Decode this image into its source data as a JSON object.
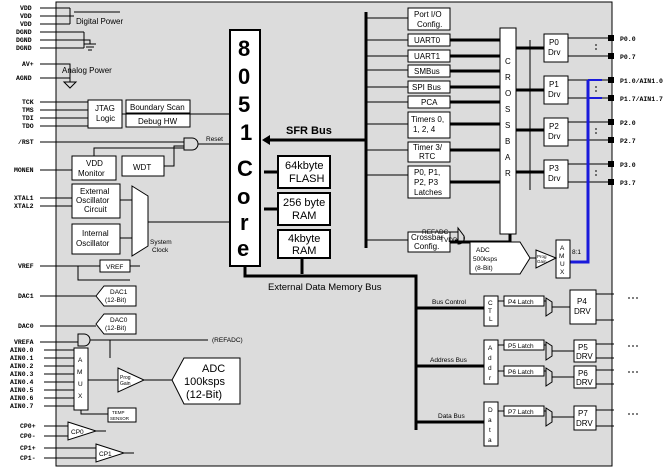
{
  "pins": {
    "vdd1": "VDD",
    "vdd2": "VDD",
    "vdd3": "VDD",
    "dgnd1": "DGND",
    "dgnd2": "DGND",
    "dgnd3": "DGND",
    "av_plus": "AV+",
    "agnd": "AGND",
    "tck": "TCK",
    "tms": "TMS",
    "tdi": "TDI",
    "tdo": "TDO",
    "rst": "/RST",
    "monen": "MONEN",
    "xtal1": "XTAL1",
    "xtal2": "XTAL2",
    "vref": "VREF",
    "dac1": "DAC1",
    "dac0": "DAC0",
    "vrefa": "VREFA",
    "ain": [
      "AIN0.0",
      "AIN0.1",
      "AIN0.2",
      "AIN0.3",
      "AIN0.4",
      "AIN0.5",
      "AIN0.6",
      "AIN0.7"
    ],
    "cp0p": "CP0+",
    "cp0m": "CP0-",
    "cp1p": "CP1+",
    "cp1m": "CP1-",
    "p0_0": "P0.0",
    "p0_7": "P0.7",
    "p1_0": "P1.0/AIN1.0",
    "p1_7": "P1.7/AIN1.7",
    "p2_0": "P2.0",
    "p2_7": "P2.7",
    "p3_0": "P3.0",
    "p3_7": "P3.7"
  },
  "labels": {
    "digital_power": "Digital Power",
    "analog_power": "Analog Power",
    "jtag_logic": [
      "JTAG",
      "Logic"
    ],
    "boundary_scan": "Boundary Scan",
    "debug_hw": "Debug HW",
    "reset": "Reset",
    "vdd_monitor": [
      "VDD",
      "Monitor"
    ],
    "wdt": "WDT",
    "ext_osc": [
      "External",
      "Oscillator",
      "Circuit"
    ],
    "int_osc": [
      "Internal",
      "Oscillator"
    ],
    "system_clock": [
      "System",
      "Clock"
    ],
    "core": [
      "8",
      "0",
      "5",
      "1",
      "C",
      "o",
      "r",
      "e"
    ],
    "sfr_bus": "SFR Bus",
    "flash": [
      "64kbyte",
      "FLASH"
    ],
    "ram256": [
      "256 byte",
      "RAM"
    ],
    "ram4k": [
      "4kbyte",
      "RAM"
    ],
    "ext_mem_bus": "External Data Memory Bus",
    "port_io_config": [
      "Port I/O",
      "Config."
    ],
    "uart0": "UART0",
    "uart1": "UART1",
    "smbus": "SMBus",
    "spi_bus": "SPI Bus",
    "pca": "PCA",
    "timers": [
      "Timers 0,",
      "1, 2, 4"
    ],
    "timer3": [
      "Timer 3/",
      "RTC"
    ],
    "latches": [
      "P0, P1,",
      "P2, P3",
      "Latches"
    ],
    "crossbar_config": [
      "Crossbar",
      "Config."
    ],
    "crossbar": [
      "C",
      "R",
      "O",
      "S",
      "S",
      "B",
      "A",
      "R"
    ],
    "p0_drv": [
      "P0",
      "Drv"
    ],
    "p1_drv": [
      "P1",
      "Drv"
    ],
    "p2_drv": [
      "P2",
      "Drv"
    ],
    "p3_drv": [
      "P3",
      "Drv"
    ],
    "refadc_in": "REFADC",
    "tvdd": "TVDD",
    "adc8": [
      "ADC",
      "500ksps",
      "(8-Bit)"
    ],
    "prog_gain": [
      "Prog",
      "Gain"
    ],
    "amux_right": [
      "A",
      "M",
      "U",
      "X"
    ],
    "amux_ratio": "8:1",
    "bus_control": "Bus Control",
    "address_bus": "Address Bus",
    "data_bus": "Data Bus",
    "ctl": [
      "C",
      "T",
      "L"
    ],
    "addr": [
      "A",
      "d",
      "d",
      "r"
    ],
    "data": [
      "D",
      "a",
      "t",
      "a"
    ],
    "p4_latch": "P4 Latch",
    "p5_latch": "P5 Latch",
    "p6_latch": "P6 Latch",
    "p7_latch": "P7 Latch",
    "p4_drv": [
      "P4",
      "DRV"
    ],
    "p5_drv": [
      "P5",
      "DRV"
    ],
    "p6_drv": [
      "P6",
      "DRV"
    ],
    "p7_drv": [
      "P7",
      "DRV"
    ],
    "vref_box": "VREF",
    "dac1_box": [
      "DAC1",
      "(12-Bit)"
    ],
    "dac0_box": [
      "DAC0",
      "(12-Bit)"
    ],
    "refadc_out": "(REFADC)",
    "amux_left": [
      "A",
      "M",
      "U",
      "X"
    ],
    "adc12": [
      "ADC",
      "100ksps",
      "(12-Bit)"
    ],
    "temp_sensor": [
      "TEMP",
      "SENSOR"
    ],
    "cp0": "CP0",
    "cp1": "CP1"
  }
}
